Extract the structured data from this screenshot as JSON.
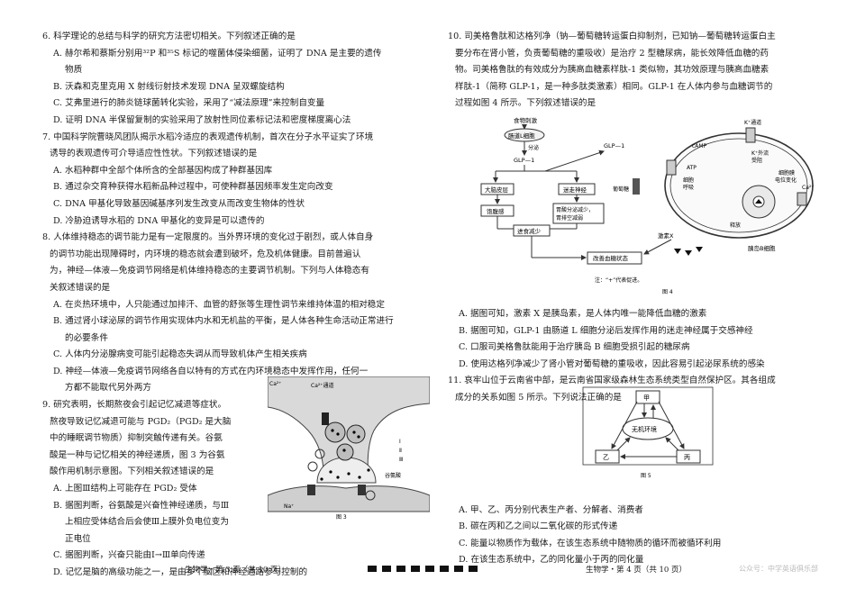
{
  "left": {
    "q6": {
      "stem": "6. 科学理论的总结与科学的研究方法密切相关。下列叙述正确的是",
      "A1": "A. 赫尔希和蔡斯分别用³²P 和³⁵S 标记的噬菌体侵染细菌，证明了 DNA 是主要的遗传",
      "A2": "物质",
      "B": "B. 沃森和克里克用 X 射线衍射技术发现 DNA 呈双螺旋结构",
      "C": "C. 艾弗里进行的肺炎链球菌转化实验，采用了“减法原理”来控制自变量",
      "D": "D. 证明 DNA 半保留复制的实验采用了放射性同位素标记法和密度梯度离心法"
    },
    "q7": {
      "stem1": "7. 中国科学院曹晓风团队揭示水稻冷适应的表观遗传机制，首次在分子水平证实了环境",
      "stem2": "诱导的表观遗传可介导适应性性状。下列叙述错误的是",
      "A": "A. 水稻种群中全部个体所含的全部基因构成了种群基因库",
      "B": "B. 通过杂交育种获得水稻新品种过程中，可使种群基因频率发生定向改变",
      "C": "C. DNA 甲基化导致基因碱基序列发生改变从而改变生物体的性状",
      "D": "D. 冷胁迫诱导水稻的 DNA 甲基化的变异是可以遗传的"
    },
    "q8": {
      "stem1": "8. 人体维持稳态的调节能力是有一定限度的。当外界环境的变化过于剧烈，或人体自身",
      "stem2": "的调节功能出现障碍时，内环境的稳态就会遭到破坏，危及机体健康。目前普遍认",
      "stem3": "为，神经—体液—免疫调节网络是机体维持稳态的主要调节机制。下列与人体稳态有",
      "stem4": "关叙述错误的是",
      "A": "A. 在炎热环境中，人只能通过加排汗、血管的舒张等生理性调节来维持体温的相对稳定",
      "B1": "B. 通过肾小球泌尿的调节作用实现体内水和无机盐的平衡，是人体各种生命活动正常进行",
      "B2": "的必要条件",
      "C": "C. 人体内分泌腺病变可能引起稳态失调从而导致机体产生相关疾病",
      "D1": "D. 神经—体液—免疫调节网络各自以特有的方式在内环境稳态中发挥作用，任何一",
      "D2": "方都不能取代另外两方"
    },
    "q9": {
      "l1": "9. 研究表明，长期熬夜会引起记忆减退等症状。",
      "l2": "熬夜导致记忆减退可能与 PGD₂（PGD₂ 是大脑",
      "l3": "中的睡眠调节物质）抑制突触传递有关。谷氨",
      "l4": "酸是一种与记忆相关的神经递质，图 3 为谷氨",
      "l5": "酸作用机制示意图。下列相关叙述错误的是",
      "A": "A. 上图Ⅲ结构上可能存在 PGD₂ 受体",
      "B1": "B. 据图判断，谷氨酸是兴奋性神经递质，与Ⅲ",
      "B2": "上相应受体结合后会使Ⅲ上膜外负电位变为",
      "B3": "正电位",
      "C": "C. 据图判断，兴奋只能由Ⅰ→Ⅲ单向传递",
      "D": "D. 记忆是脑的高级功能之一，是由多个脑区和神经通路参与控制的"
    },
    "fig3": {
      "ca": "Ca²⁺",
      "channel": "Ca²⁺通道",
      "glu": "谷氨酸",
      "na": "Na⁺",
      "caption": "图 3",
      "n1": "Ⅰ",
      "n2": "Ⅱ",
      "n3": "Ⅲ"
    },
    "footer": "生物学・第 3 页（共 10 页）"
  },
  "right": {
    "q10": {
      "l1": "10. 司美格鲁肽和达格列净（钠—葡萄糖转运蛋白抑制剂，已知钠—葡萄糖转运蛋白主",
      "l2": "要分布在肾小管，负责葡萄糖的重吸收）是治疗 2 型糖尿病，能长效降低血糖的药",
      "l3": "物。司美格鲁肽的有效成分为胰高血糖素样肽-1 类似物，其功效原理与胰高血糖素",
      "l4": "样肽-1（简称 GLP-1，是一种多肽类激素）相同。GLP-1 在人体内参与血糖调节的",
      "l5": "过程如图 4 所示。下列叙述错误的是",
      "A": "A. 据图可知，激素 X 是胰岛素，是人体内唯一能降低血糖的激素",
      "B": "B. 据图可知，GLP-1 由肠道 L 细胞分泌后发挥作用的迷走神经属于交感神经",
      "C": "C. 口服司美格鲁肽能用于治疗胰岛 B 细胞受损引起的糖尿病",
      "D": "D. 使用达格列净减少了肾小管对葡萄糖的重吸收，因此容易引起泌尿系统的感染"
    },
    "fig4": {
      "food": "食物刺激",
      "lcell": "肠道L细胞",
      "secrete": "分泌",
      "glp1": "GLP—1",
      "glp1b": "GLP—1",
      "brain": "大脑皮层",
      "vagus": "迷走神经",
      "full": "饱腹感",
      "gastric1": "胃酸分泌减少，",
      "gastric2": "胃排空减弱",
      "intake": "进食减少",
      "improve": "改善血糖状态",
      "hormone": "激素X",
      "glucose": "葡萄糖",
      "k": "K⁺通道",
      "kclose1": "K⁺外流",
      "kclose2": "受阻",
      "camp": "cAMP",
      "atp": "ATP",
      "resp1": "细胞",
      "resp2": "呼吸",
      "mem1": "细胞膜",
      "mem2": "电位变化",
      "ca": "Ca²⁺",
      "release": "释放",
      "islet": "胰岛B细胞",
      "note": "注：“+”代表促进。",
      "caption": "图 4"
    },
    "q11": {
      "l1": "11. 哀牢山位于云南省中部，是云南省国家级森林生态系统类型自然保护区。其各组成",
      "l2": "成分的关系如图 5 所示。下列说法正确的是",
      "A": "A. 甲、乙、丙分别代表生产者、分解者、消费者",
      "B": "B. 碳在丙和乙之间以二氧化碳的形式传递",
      "C": "C. 能量以物质作为载体，在该生态系统中随物质的循环而被循环利用",
      "D": "D. 在该生态系统中，乙的同化量小于丙的同化量"
    },
    "fig5": {
      "jia": "甲",
      "yi": "乙",
      "bing": "丙",
      "env": "无机环境",
      "caption": "图 5"
    },
    "footer": "生物学・第 4 页（共 10 页）"
  },
  "watermark": "公众号：中学英语俱乐部"
}
